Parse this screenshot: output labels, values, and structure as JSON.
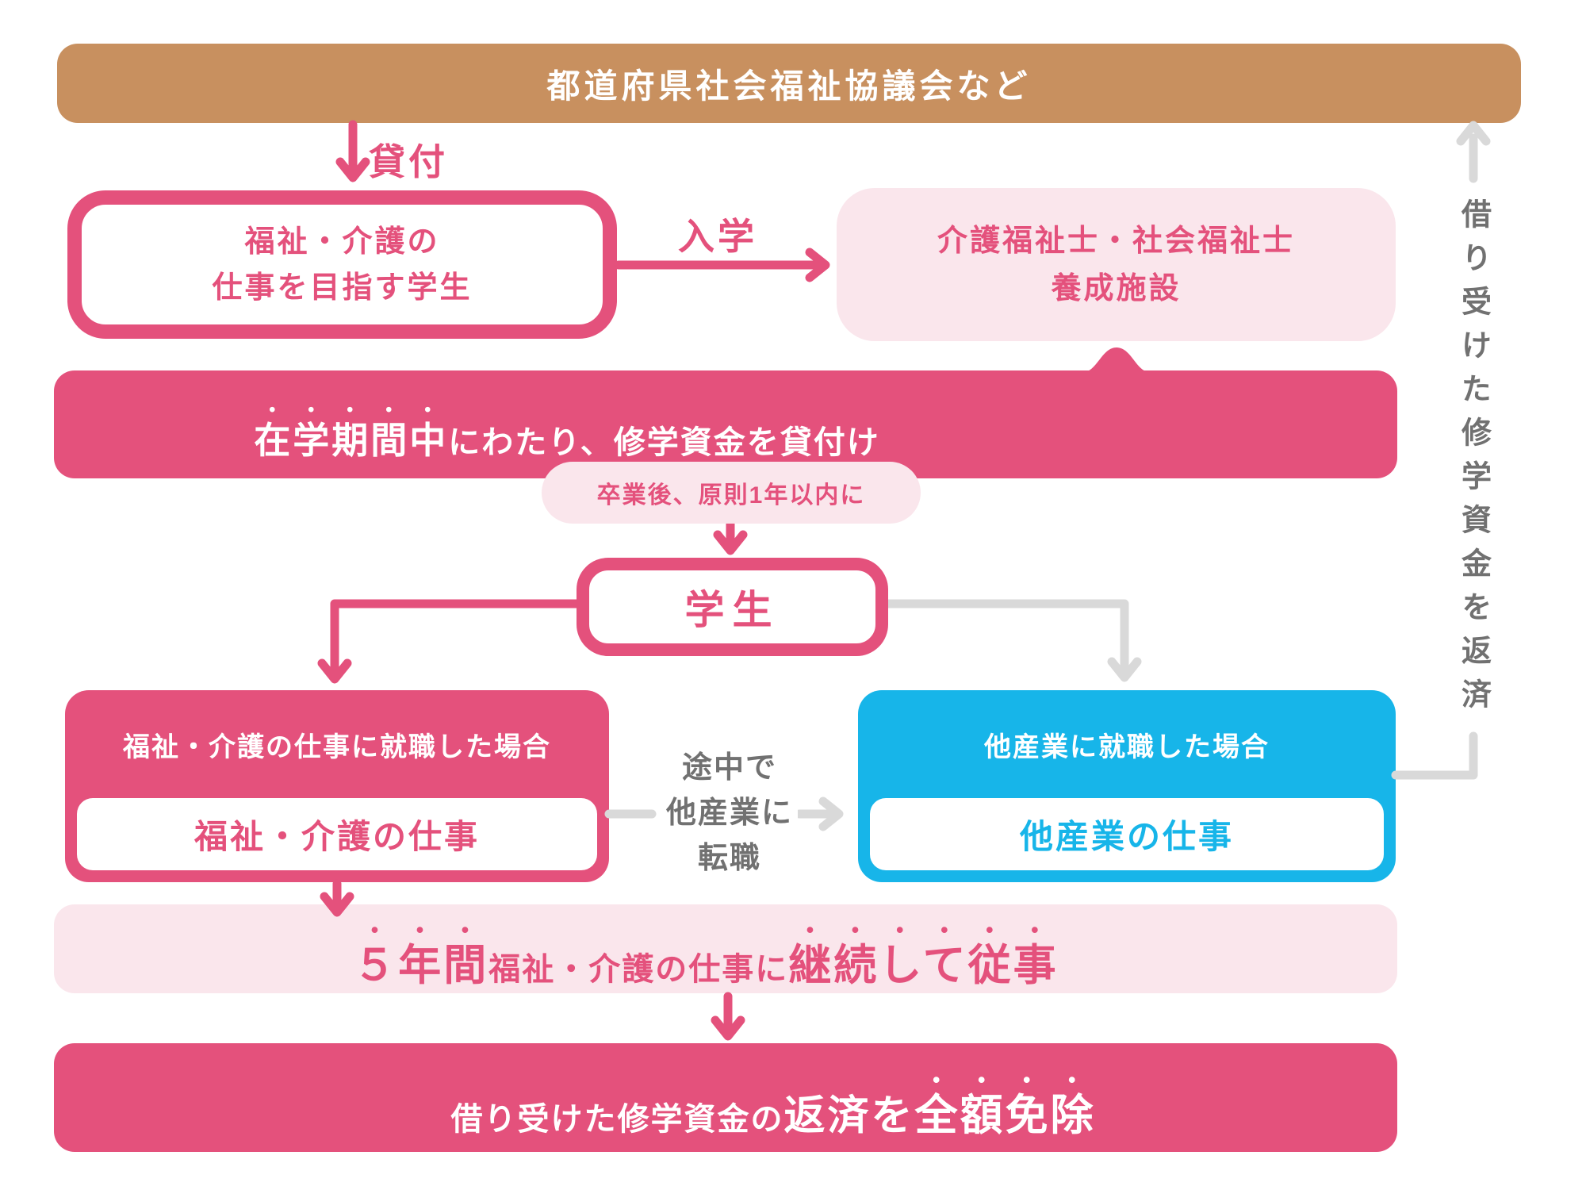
{
  "colors": {
    "accent_pink": "#e4517c",
    "light_pink": "#fae6ec",
    "brown": "#c8905f",
    "blue": "#17b5e9",
    "gray_line": "#d9d9d9",
    "gray_text": "#717171"
  },
  "top_bar": {
    "label": "都道府県社会福祉協議会など"
  },
  "loan_arrow": {
    "label": "貸付"
  },
  "student_box": {
    "line1": "福祉・介護の",
    "line2": "仕事を目指す学生"
  },
  "enroll_arrow": {
    "label": "入学"
  },
  "facility_box": {
    "line1": "介護福祉士・社会福祉士",
    "line2": "養成施設"
  },
  "loan_bar": {
    "emphasis": "在学期間中",
    "rest": "にわたり、修学資金を貸付け"
  },
  "grad_badge": {
    "label": "卒業後、原則1年以内に"
  },
  "graduate_node": {
    "label": "学生"
  },
  "welfare_branch": {
    "header": "福祉・介護の仕事に就職した場合",
    "body": "福祉・介護の仕事"
  },
  "switch_note": {
    "line1": "途中で",
    "line2": "他産業に",
    "line3": "転職"
  },
  "other_branch": {
    "header": "他産業に就職した場合",
    "body": "他産業の仕事"
  },
  "five_year_bar": {
    "emphasis1": "５年間",
    "middle": "福祉・介護の仕事に",
    "emphasis2": "継続して従事"
  },
  "exemption_bar": {
    "normal": "借り受けた修学資金の",
    "big": "返済を",
    "emphasis": "全額免除"
  },
  "repay_side": {
    "label": "借り受けた修学資金を返済"
  }
}
